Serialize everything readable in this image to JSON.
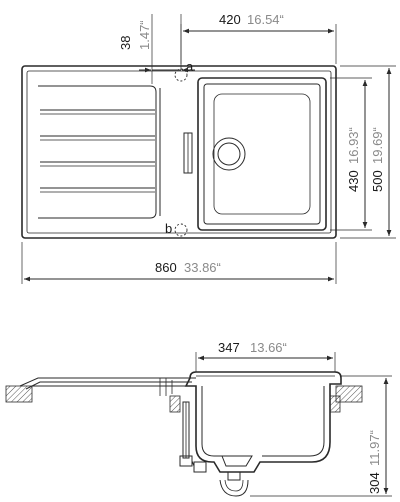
{
  "plan": {
    "dim_width_top": {
      "mm": "420",
      "inch": "16.54“"
    },
    "dim_offset": {
      "mm": "38",
      "inch": "1.47“"
    },
    "dim_bowl_height": {
      "mm": "430",
      "inch": "16.93“"
    },
    "dim_total_height": {
      "mm": "500",
      "inch": "19.69“"
    },
    "dim_total_width": {
      "mm": "860",
      "inch": "33.86“"
    },
    "marker_a": "a",
    "marker_b": "b"
  },
  "section": {
    "dim_bowl_width": {
      "mm": "347",
      "inch": "13.66“"
    },
    "dim_depth": {
      "mm": "304",
      "inch": "11.97“"
    }
  }
}
